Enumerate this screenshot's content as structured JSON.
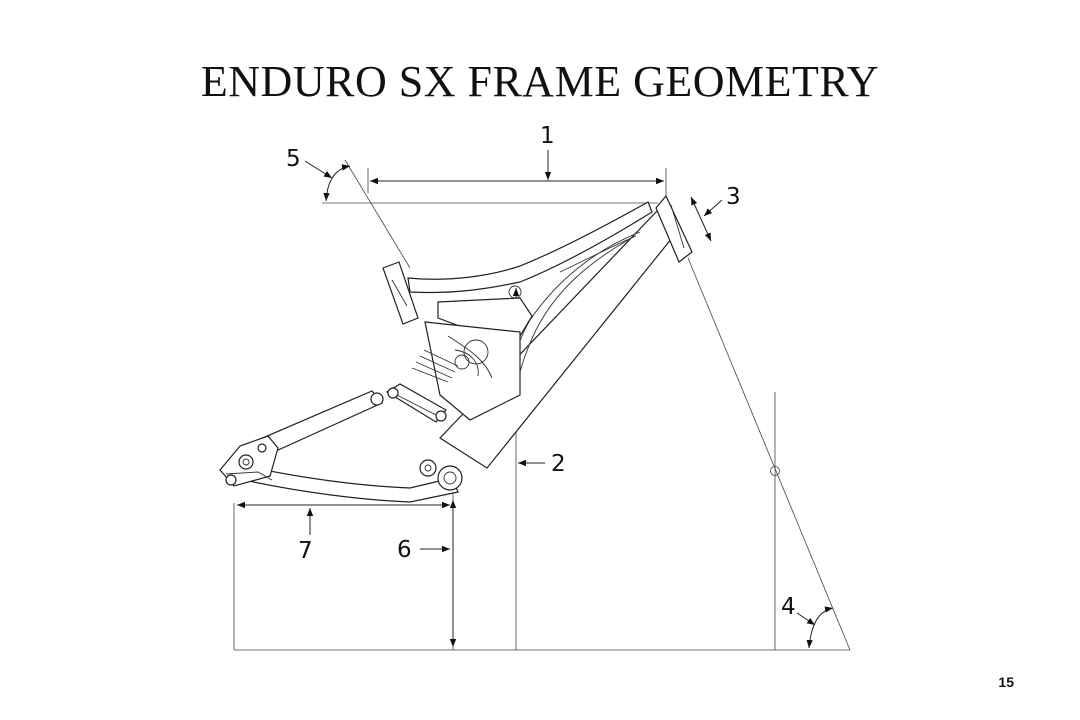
{
  "title": "ENDURO SX FRAME GEOMETRY",
  "callouts": {
    "c1": "1",
    "c2": "2",
    "c3": "3",
    "c4": "4",
    "c5": "5",
    "c6": "6",
    "c7": "7"
  },
  "page_number": "15"
}
